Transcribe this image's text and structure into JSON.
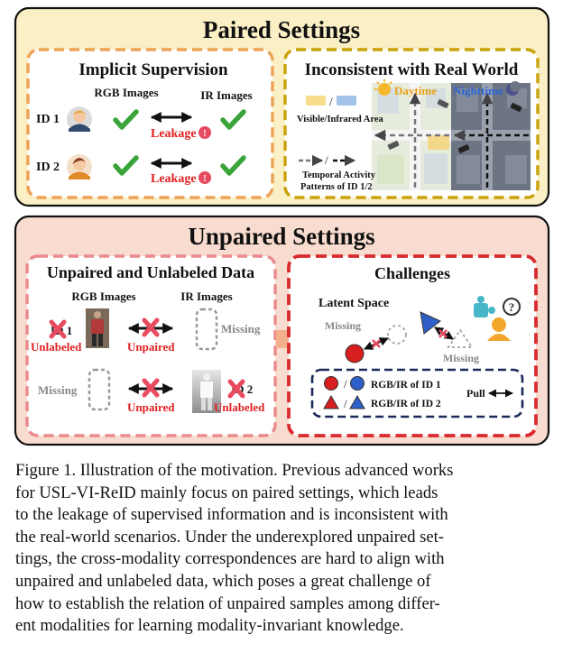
{
  "paired": {
    "title": "Paired Settings",
    "implicit": {
      "title": "Implicit Supervision",
      "rgb_header": "RGB Images",
      "ir_header": "IR Images",
      "id1": "ID 1",
      "id2": "ID 2",
      "leakage": "Leakage",
      "alert_glyph": "!"
    },
    "real_world": {
      "title": "Inconsistent with Real World",
      "daytime": "Daytime",
      "nighttime": "Nighttime",
      "area_sep": "/",
      "area_label": "Visible/Infrared Area",
      "temporal_sep": "/",
      "temporal_label_line1": "Temporal Activity",
      "temporal_label_line2": "Patterns of ID 1/2"
    }
  },
  "unpaired": {
    "title": "Unpaired Settings",
    "data": {
      "title": "Unpaired and Unlabeled Data",
      "rgb_header": "RGB Images",
      "ir_header": "IR Images",
      "id1": "ID 1",
      "id2": "ID 2",
      "unlabeled": "Unlabeled",
      "unpaired": "Unpaired",
      "missing": "Missing"
    },
    "challenges": {
      "title": "Challenges",
      "latent": "Latent  Space",
      "missing": "Missing",
      "question": "?",
      "legend_sep": "/",
      "legend_id1": "RGB/IR of ID 1",
      "legend_id2": "RGB/IR of ID 2",
      "pull": "Pull"
    }
  },
  "caption": [
    "Figure 1. Illustration of the motivation. Previous advanced works",
    "for USL-VI-ReID mainly focus on paired settings, which leads",
    "to the leakage of supervised information and is inconsistent with",
    "the real-world scenarios. Under the underexplored unpaired set-",
    "tings, the cross-modality correspondences are hard to align with",
    "unpaired and unlabeled data, which poses a great challenge of",
    "how to establish the relation of unpaired samples among differ-",
    "ent modalities for learning modality-invariant knowledge."
  ],
  "colors": {
    "paired_bg": "#fbefc6",
    "implicit_border": "#eda255",
    "realworld_border": "#c9a20a",
    "unpaired_bg": "#f8dccf",
    "data_border": "#ea8a8c",
    "challenge_border": "#d92a2e",
    "check": "#3aa43a",
    "cross": "#e84a5f",
    "leakage_text": "#e02020",
    "rgb_blue": "#2f5fc9",
    "ir_red": "#d81e1e"
  }
}
